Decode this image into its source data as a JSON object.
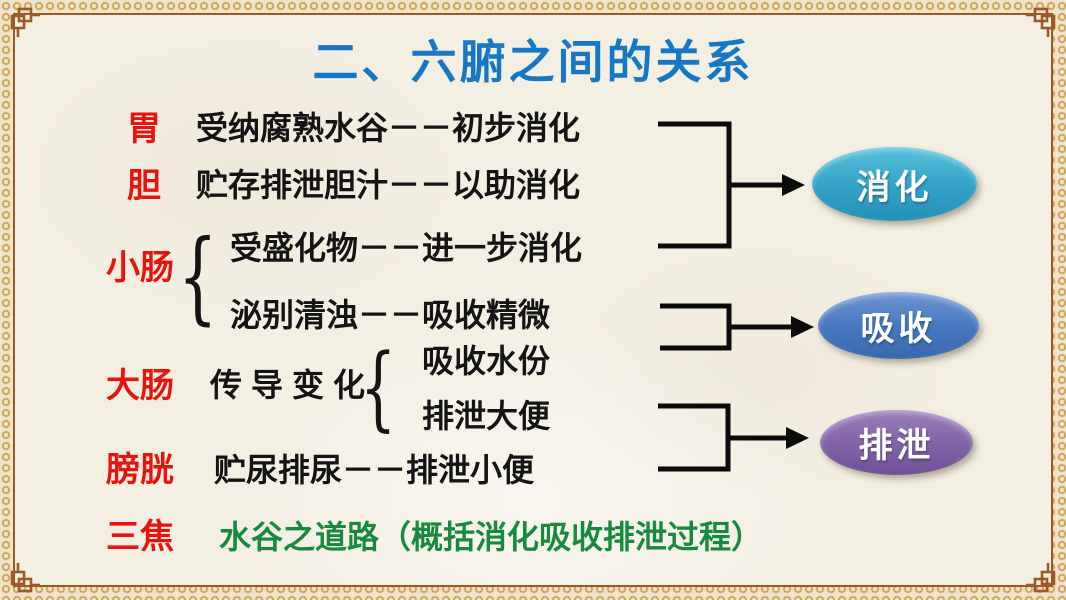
{
  "title": {
    "text": "二、六腑之间的关系"
  },
  "rows": {
    "stomach": {
      "label": "胃",
      "desc": "受纳腐熟水谷－－初步消化"
    },
    "gallbladder": {
      "label": "胆",
      "desc": "贮存排泄胆汁－－以助消化"
    },
    "small_intestine": {
      "label": "小肠",
      "branch1": "受盛化物－－进一步消化",
      "branch2": "泌别清浊－－吸收精微"
    },
    "large_intestine": {
      "label": "大肠",
      "desc": "传导变化",
      "branch1": "吸收水份",
      "branch2": "排泄大便"
    },
    "bladder": {
      "label": "膀胱",
      "desc": "贮尿排尿－－排泄小便"
    },
    "sanjiao": {
      "label": "三焦",
      "desc": "水谷之道路（概括消化吸收排泄过程）"
    }
  },
  "results": {
    "digestion": "消化",
    "absorption": "吸收",
    "excretion": "排泄"
  },
  "brace_glyph": "{",
  "colors": {
    "title_blue": "#1577c5",
    "organ_red": "#e8130c",
    "body_black": "#141414",
    "sanjiao_green": "#168a3d",
    "digestion_teal": "#31a2c6",
    "absorption_blue": "#4477bf",
    "excretion_purple": "#8062a8",
    "connector_black": "#0b0b0b",
    "frame_brown": "#9c5a28",
    "band_gold": "#cf9f4e",
    "background_cream": "#f4efe3"
  }
}
